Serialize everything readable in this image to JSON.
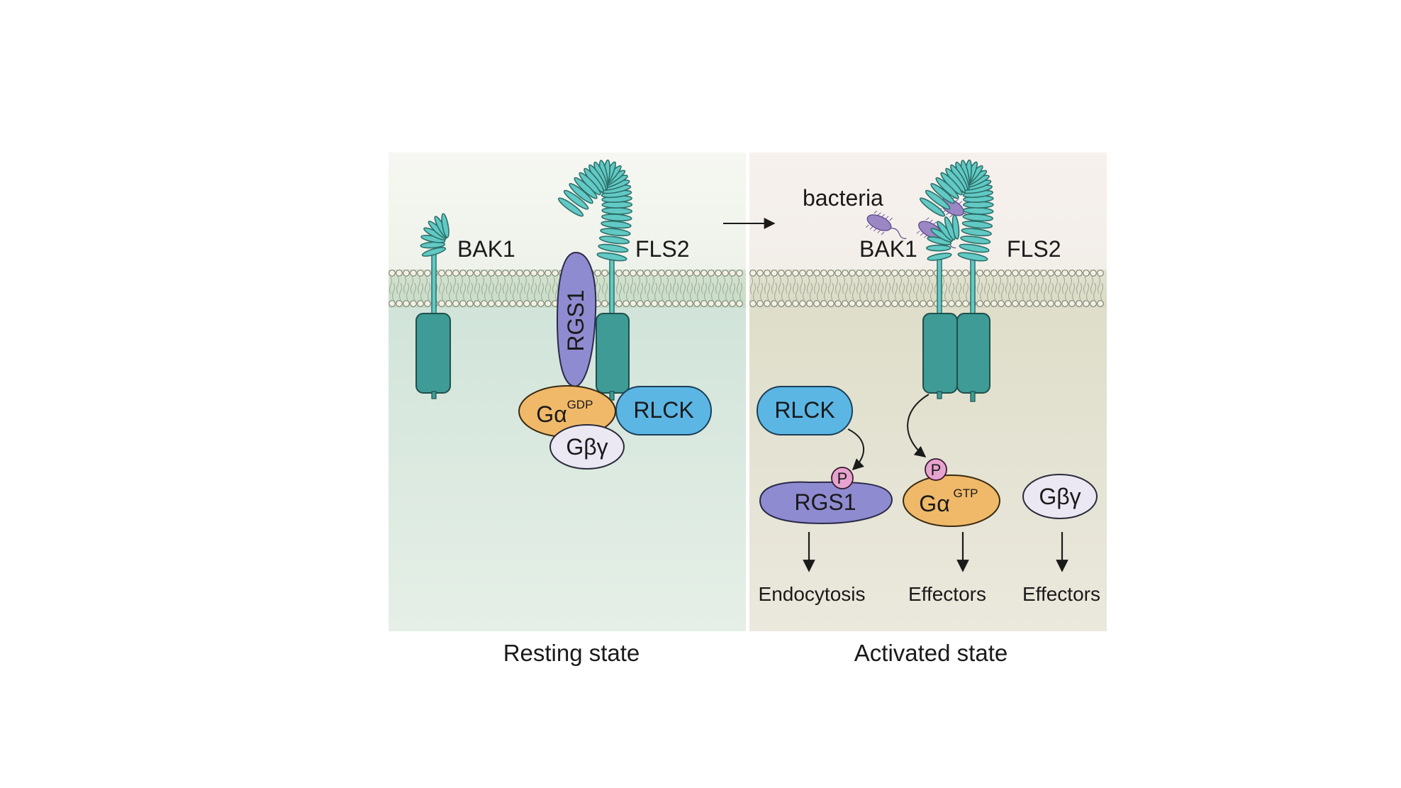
{
  "panels": {
    "resting": {
      "caption": "Resting state",
      "bak1": "BAK1",
      "fls2": "FLS2",
      "rgs1": "RGS1",
      "galpha": "Gα",
      "galpha_sup": "GDP",
      "gbg": "Gβγ",
      "rlck": "RLCK"
    },
    "activated": {
      "caption": "Activated state",
      "bacteria": "bacteria",
      "bak1": "BAK1",
      "fls2": "FLS2",
      "rlck": "RLCK",
      "rgs1": "RGS1",
      "galpha": "Gα",
      "galpha_sup": "GTP",
      "gbg": "Gβγ",
      "phospho": "P",
      "out_rgs1": "Endocytosis",
      "out_galpha": "Effectors",
      "out_gbg": "Effectors"
    }
  },
  "colors": {
    "receptor_teal": "#3e9b95",
    "coil_teal": "#62c9c4",
    "rgs1_purple": "#8f8bd0",
    "galpha_orange": "#efb969",
    "gbg_lavender": "#ebe8f4",
    "rlck_blue": "#5bb6e4",
    "phospho_pink": "#e7a3cf",
    "bacteria_purple": "#9b87c4"
  }
}
